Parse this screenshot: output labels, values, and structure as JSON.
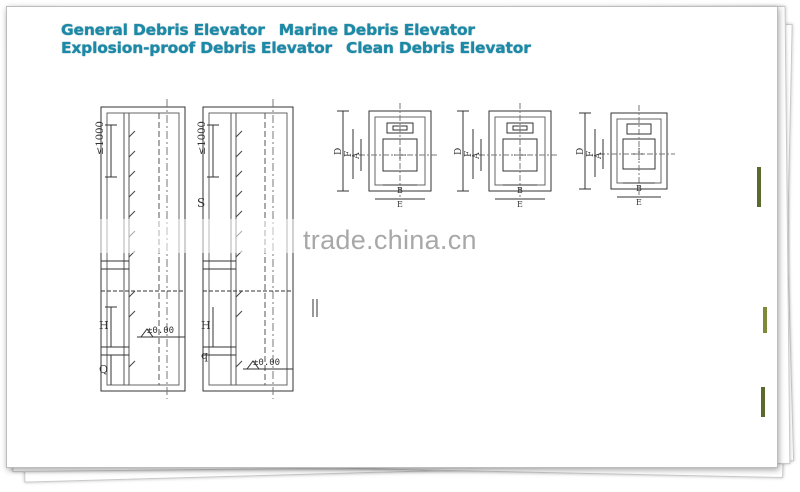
{
  "titles": {
    "line1_a": "General Debris Elevator",
    "line1_b": "Marine Debris Elevator",
    "line2_a": "Explosion-proof Debris Elevator",
    "line2_b": "Clean Debris Elevator"
  },
  "watermark": "trade.china.cn",
  "shaft_labels": {
    "dim_1000": "≤1000",
    "s": "S",
    "h": "H",
    "q": "Q",
    "q_small": "q",
    "zero_level": "±0.00",
    "roman": "II"
  },
  "plan_labels": {
    "d": "D",
    "f": "F",
    "a": "A",
    "b": "B",
    "e": "E"
  },
  "colors": {
    "title": "#1b8aa8",
    "line": "#333333",
    "watermark": "#9a9a9a"
  }
}
